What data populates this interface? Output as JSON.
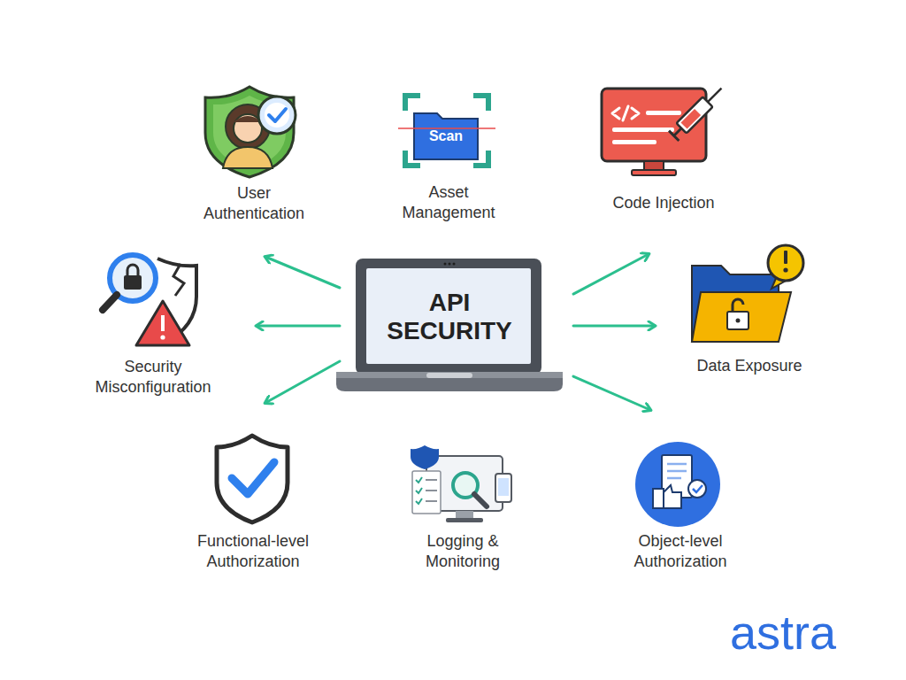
{
  "diagram": {
    "nodes": [
      {
        "text": [
          "User Authentication"
        ]
      },
      {
        "text": [
          "Asset Management"
        ]
      },
      {
        "text": [
          "Code Injection"
        ]
      },
      {
        "text": [
          "Security Misconfiguration"
        ]
      },
      {
        "text": [
          "API SECURITY"
        ]
      },
      {
        "text": [
          "Data Exposure"
        ]
      },
      {
        "text": [
          "Functional-level Authorization"
        ]
      },
      {
        "text": [
          "Logging & Monitoring"
        ]
      },
      {
        "text": [
          "Object-level Authorization"
        ]
      }
    ],
    "edges": [
      {
        "from": 4,
        "to": 0,
        "arrow": "to"
      },
      {
        "from": 4,
        "to": 3,
        "arrow": "to"
      },
      {
        "from": 4,
        "to": 6,
        "arrow": "to"
      },
      {
        "from": 4,
        "to": 2,
        "arrow": "to"
      },
      {
        "from": 4,
        "to": 5,
        "arrow": "to"
      },
      {
        "from": 4,
        "to": 8,
        "arrow": "to"
      }
    ],
    "labels": [
      "Scan",
      "astra"
    ]
  }
}
